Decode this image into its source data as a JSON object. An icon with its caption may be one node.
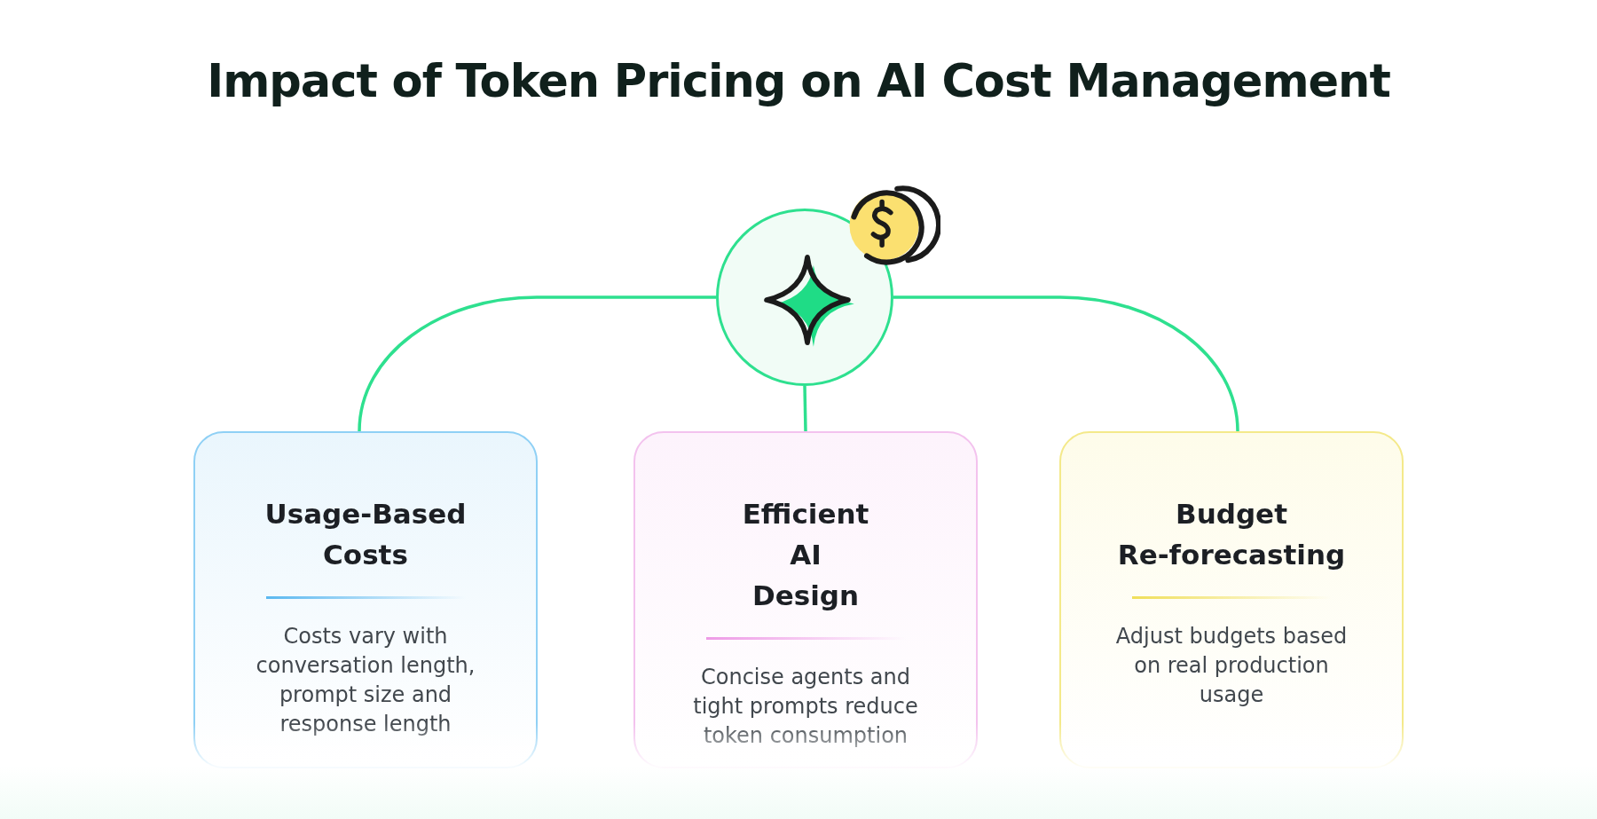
{
  "diagram": {
    "title": "Impact of Token Pricing on AI Cost Management",
    "nodes": [
      {
        "text": [],
        "shape": "circle"
      },
      {
        "text": [
          "Usage-Based Costs",
          "Costs vary with conversation length, prompt size and response length"
        ]
      },
      {
        "text": [
          "Efficient AI Design",
          "Concise agents and tight prompts reduce token consumption"
        ]
      },
      {
        "text": [
          "Budget Re-forecasting",
          "Adjust budgets based on real production usage"
        ]
      }
    ],
    "edges": [
      {
        "from": 0,
        "to": 1,
        "arrow": "none"
      },
      {
        "from": 0,
        "to": 2,
        "arrow": "none"
      },
      {
        "from": 0,
        "to": 3,
        "arrow": "none"
      }
    ]
  }
}
